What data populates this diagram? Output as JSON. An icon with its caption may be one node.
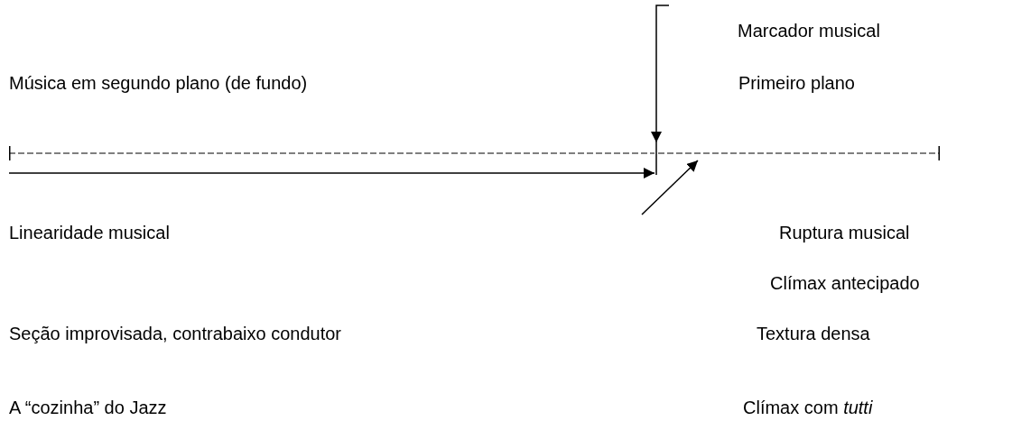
{
  "diagram": {
    "nodes": [
      {
        "text": [],
        "shape": "bar"
      },
      {
        "text": [],
        "shape": "bar"
      },
      {
        "text": [],
        "shape": "bar"
      }
    ],
    "edges": [
      {
        "from": null,
        "to": 1,
        "arrow": "to"
      },
      {
        "from": null,
        "to": 1,
        "arrow": "to"
      },
      {
        "from": null,
        "to": 2,
        "arrow": "to"
      }
    ],
    "labels": [
      "Marcador musical",
      "Música em segundo plano (de fundo)",
      "Primeiro plano",
      "Linearidade musical",
      "Ruptura musical",
      "Clímax antecipado",
      "Seção improvisada, contrabaixo condutor",
      "Textura densa",
      "A “cozinha” do Jazz",
      "Clímax com *tutti*"
    ]
  }
}
